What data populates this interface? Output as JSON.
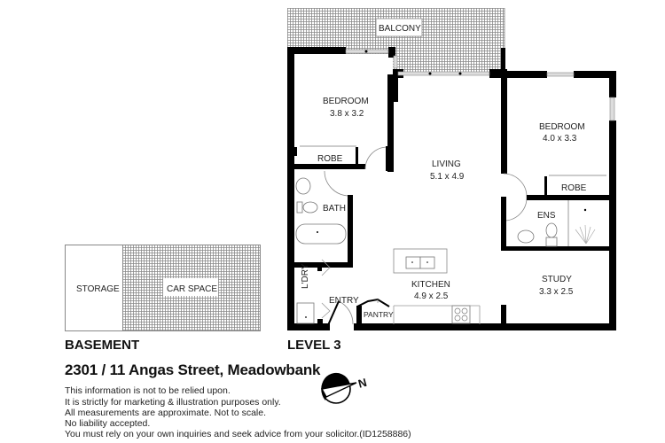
{
  "levels": {
    "basement": {
      "title": "BASEMENT",
      "rooms": [
        {
          "name": "STORAGE"
        },
        {
          "name": "CAR SPACE"
        }
      ]
    },
    "level3": {
      "title": "LEVEL 3",
      "rooms": [
        {
          "name": "BALCONY"
        },
        {
          "name": "BEDROOM",
          "size": "3.8 x 3.2"
        },
        {
          "name": "ROBE"
        },
        {
          "name": "BATH"
        },
        {
          "name": "LIVING",
          "size": "5.1 x 4.9"
        },
        {
          "name": "BEDROOM",
          "size": "4.0 x 3.3"
        },
        {
          "name": "ROBE"
        },
        {
          "name": "ENS"
        },
        {
          "name": "L'DRY"
        },
        {
          "name": "ENTRY"
        },
        {
          "name": "PANTRY"
        },
        {
          "name": "KITCHEN",
          "size": "4.9 x 2.5"
        },
        {
          "name": "STUDY",
          "size": "3.3 x 2.5"
        }
      ]
    }
  },
  "address": "2301 / 11 Angas Street, Meadowbank",
  "disclaimer": [
    "This information is not to be relied upon.",
    "It is strictly for marketing & illustration purposes only.",
    "All measurements are approximate. Not to scale.",
    "No liability accepted.",
    "You must rely on your own inquiries and seek advice from your solicitor.(ID1258886)"
  ],
  "compass": {
    "icon": "north-arrow-icon",
    "label": "N"
  },
  "colors": {
    "wall": "#000000",
    "hatch": "#9a9a9a",
    "background": "#ffffff"
  }
}
